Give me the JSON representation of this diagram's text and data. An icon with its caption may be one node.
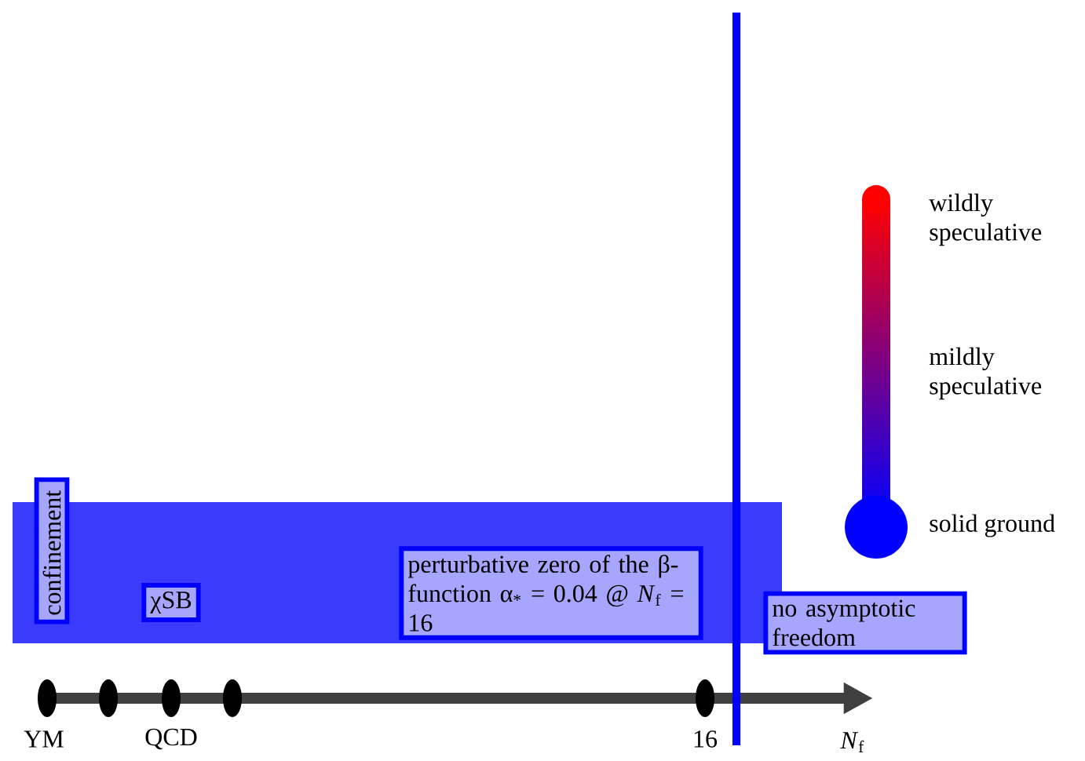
{
  "diagram": {
    "nodes": [
      {
        "text": [
          "confinement"
        ]
      },
      {
        "text": [
          "χSB"
        ]
      },
      {
        "text": [
          "perturbative zero of the β-function α$_{*}$ = 0.04 @ *N*$_{f}$ = 16"
        ]
      },
      {
        "text": [
          "no asymptotic freedom"
        ]
      }
    ],
    "labels": [
      "wildly speculative",
      "mildly speculative",
      "solid ground",
      "YM",
      "QCD",
      "16",
      "*N*$_{f}$"
    ]
  }
}
